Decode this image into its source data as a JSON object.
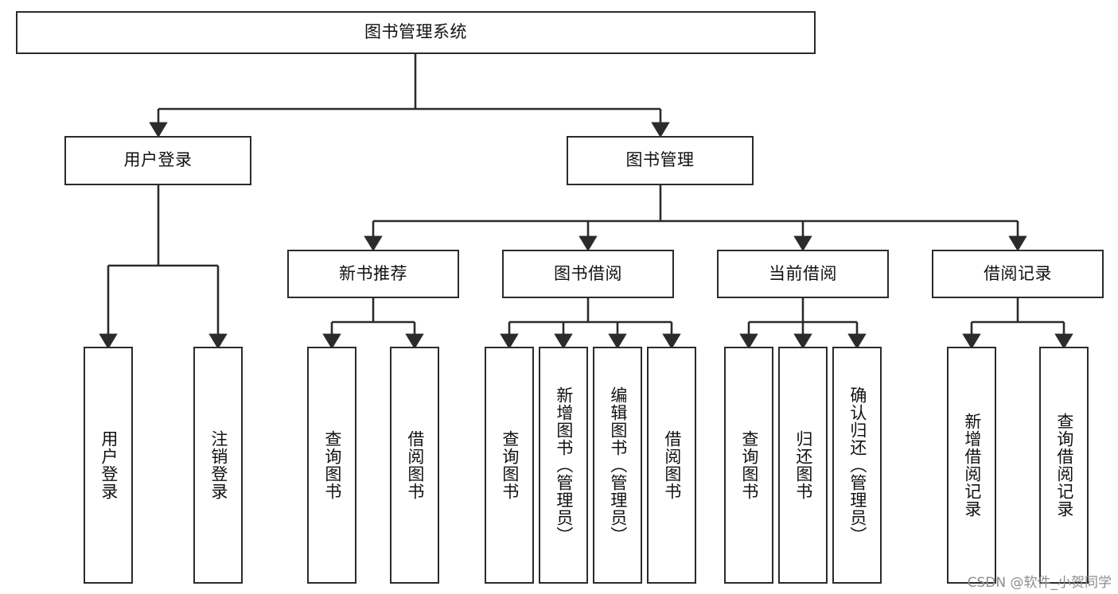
{
  "diagram": {
    "title": "图书管理系统",
    "type": "tree-hierarchy",
    "root": {
      "label": "图书管理系统"
    },
    "level2": [
      {
        "label": "用户登录"
      },
      {
        "label": "图书管理"
      }
    ],
    "level3": [
      {
        "label": "新书推荐"
      },
      {
        "label": "图书借阅"
      },
      {
        "label": "当前借阅"
      },
      {
        "label": "借阅记录"
      }
    ],
    "leaves": {
      "user_login": [
        {
          "label": "用户登录"
        },
        {
          "label": "注销登录"
        }
      ],
      "new_book_recommend": [
        {
          "label": "查询图书"
        },
        {
          "label": "借阅图书"
        }
      ],
      "book_borrow": [
        {
          "label": "查询图书"
        },
        {
          "label": "新增图书（管理员）"
        },
        {
          "label": "编辑图书（管理员）"
        },
        {
          "label": "借阅图书"
        }
      ],
      "current_borrow": [
        {
          "label": "查询图书"
        },
        {
          "label": "归还图书"
        },
        {
          "label": "确认归还（管理员）"
        }
      ],
      "borrow_record": [
        {
          "label": "新增借阅记录"
        },
        {
          "label": "查询借阅记录"
        }
      ]
    }
  },
  "watermark": {
    "text": "CSDN @软件_小贺同学"
  },
  "colors": {
    "stroke": "#2b2b2b",
    "background": "#ffffff",
    "text": "#111111",
    "watermark": "#8d8d8d"
  }
}
